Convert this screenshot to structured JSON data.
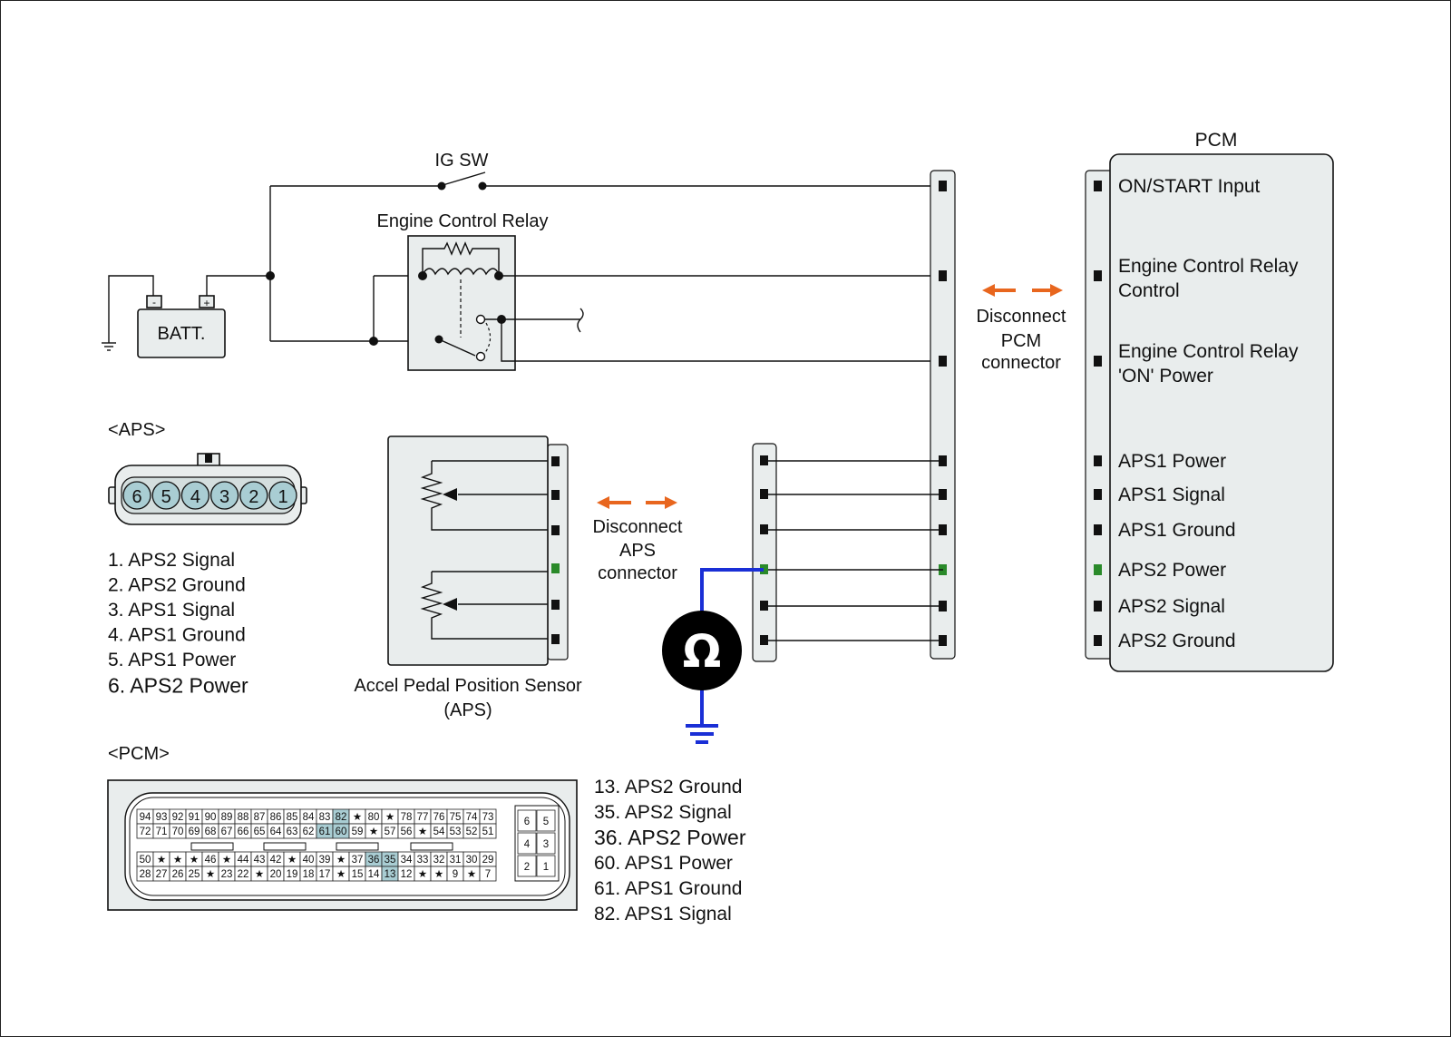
{
  "labels": {
    "ig_sw": "IG SW",
    "engine_control_relay": "Engine Control Relay",
    "batt": "BATT.",
    "batt_minus": "-",
    "batt_plus": "+",
    "pcm_title": "PCM",
    "disconnect_pcm": [
      "Disconnect",
      "PCM",
      "connector"
    ],
    "disconnect_aps": [
      "Disconnect",
      "APS",
      "connector"
    ],
    "aps_title": "<APS>",
    "pcm_conn_title": "<PCM>",
    "sensor_name": [
      "Accel Pedal Position Sensor",
      "(APS)"
    ],
    "ohm": "Ω"
  },
  "pcm_pins": [
    {
      "label": [
        "ON/START Input"
      ],
      "highlight": false
    },
    {
      "label": [
        "Engine Control Relay",
        "Control"
      ],
      "highlight": false
    },
    {
      "label": [
        "Engine Control Relay",
        "'ON' Power"
      ],
      "highlight": false
    },
    {
      "label": [
        "APS1 Power"
      ],
      "highlight": false
    },
    {
      "label": [
        "APS1 Signal"
      ],
      "highlight": false
    },
    {
      "label": [
        "APS1 Ground"
      ],
      "highlight": false
    },
    {
      "label": [
        "APS2 Power"
      ],
      "highlight": true
    },
    {
      "label": [
        "APS2 Signal"
      ],
      "highlight": false
    },
    {
      "label": [
        "APS2 Ground"
      ],
      "highlight": false
    }
  ],
  "aps_pin_list": [
    {
      "text": "1. APS2 Signal",
      "highlight": false
    },
    {
      "text": "2. APS2 Ground",
      "highlight": false
    },
    {
      "text": "3. APS1 Signal",
      "highlight": false
    },
    {
      "text": "4. APS1 Ground",
      "highlight": false
    },
    {
      "text": "5. APS1 Power",
      "highlight": false
    },
    {
      "text": "6. APS2 Power",
      "highlight": true
    }
  ],
  "aps_connector_pins": [
    "6",
    "5",
    "4",
    "3",
    "2",
    "1"
  ],
  "pcm_pin_list": [
    {
      "text": "13. APS2 Ground",
      "highlight": false
    },
    {
      "text": "35. APS2 Signal",
      "highlight": false
    },
    {
      "text": "36. APS2 Power",
      "highlight": true
    },
    {
      "text": "60. APS1 Power",
      "highlight": false
    },
    {
      "text": "61. APS1 Ground",
      "highlight": false
    },
    {
      "text": "82. APS1 Signal",
      "highlight": false
    }
  ],
  "pcm_connector": {
    "upper_rows": [
      [
        "94",
        "93",
        "92",
        "91",
        "90",
        "89",
        "88",
        "87",
        "86",
        "85",
        "84",
        "83",
        "82",
        "★",
        "80",
        "★",
        "78",
        "77",
        "76",
        "75",
        "74",
        "73"
      ],
      [
        "72",
        "71",
        "70",
        "69",
        "68",
        "67",
        "66",
        "65",
        "64",
        "63",
        "62",
        "61",
        "60",
        "59",
        "★",
        "57",
        "56",
        "★",
        "54",
        "53",
        "52",
        "51"
      ]
    ],
    "lower_rows": [
      [
        "50",
        "★",
        "★",
        "★",
        "46",
        "★",
        "44",
        "43",
        "42",
        "★",
        "40",
        "39",
        "★",
        "37",
        "36",
        "35",
        "34",
        "33",
        "32",
        "31",
        "30",
        "29"
      ],
      [
        "28",
        "27",
        "26",
        "25",
        "★",
        "23",
        "22",
        "★",
        "20",
        "19",
        "18",
        "17",
        "★",
        "15",
        "14",
        "13",
        "12",
        "★",
        "★",
        "9",
        "★",
        "7"
      ]
    ],
    "side_rows": [
      [
        "6",
        "5"
      ],
      [
        "4",
        "3"
      ],
      [
        "2",
        "1"
      ]
    ],
    "highlighted": [
      "82",
      "61",
      "60",
      "36",
      "35",
      "13"
    ]
  },
  "colors": {
    "highlight_text": "#2a8a2a",
    "highlight_cell": "#a9cdd3",
    "arrow": "#e8661e",
    "meter_wire": "#1a2fd6"
  }
}
